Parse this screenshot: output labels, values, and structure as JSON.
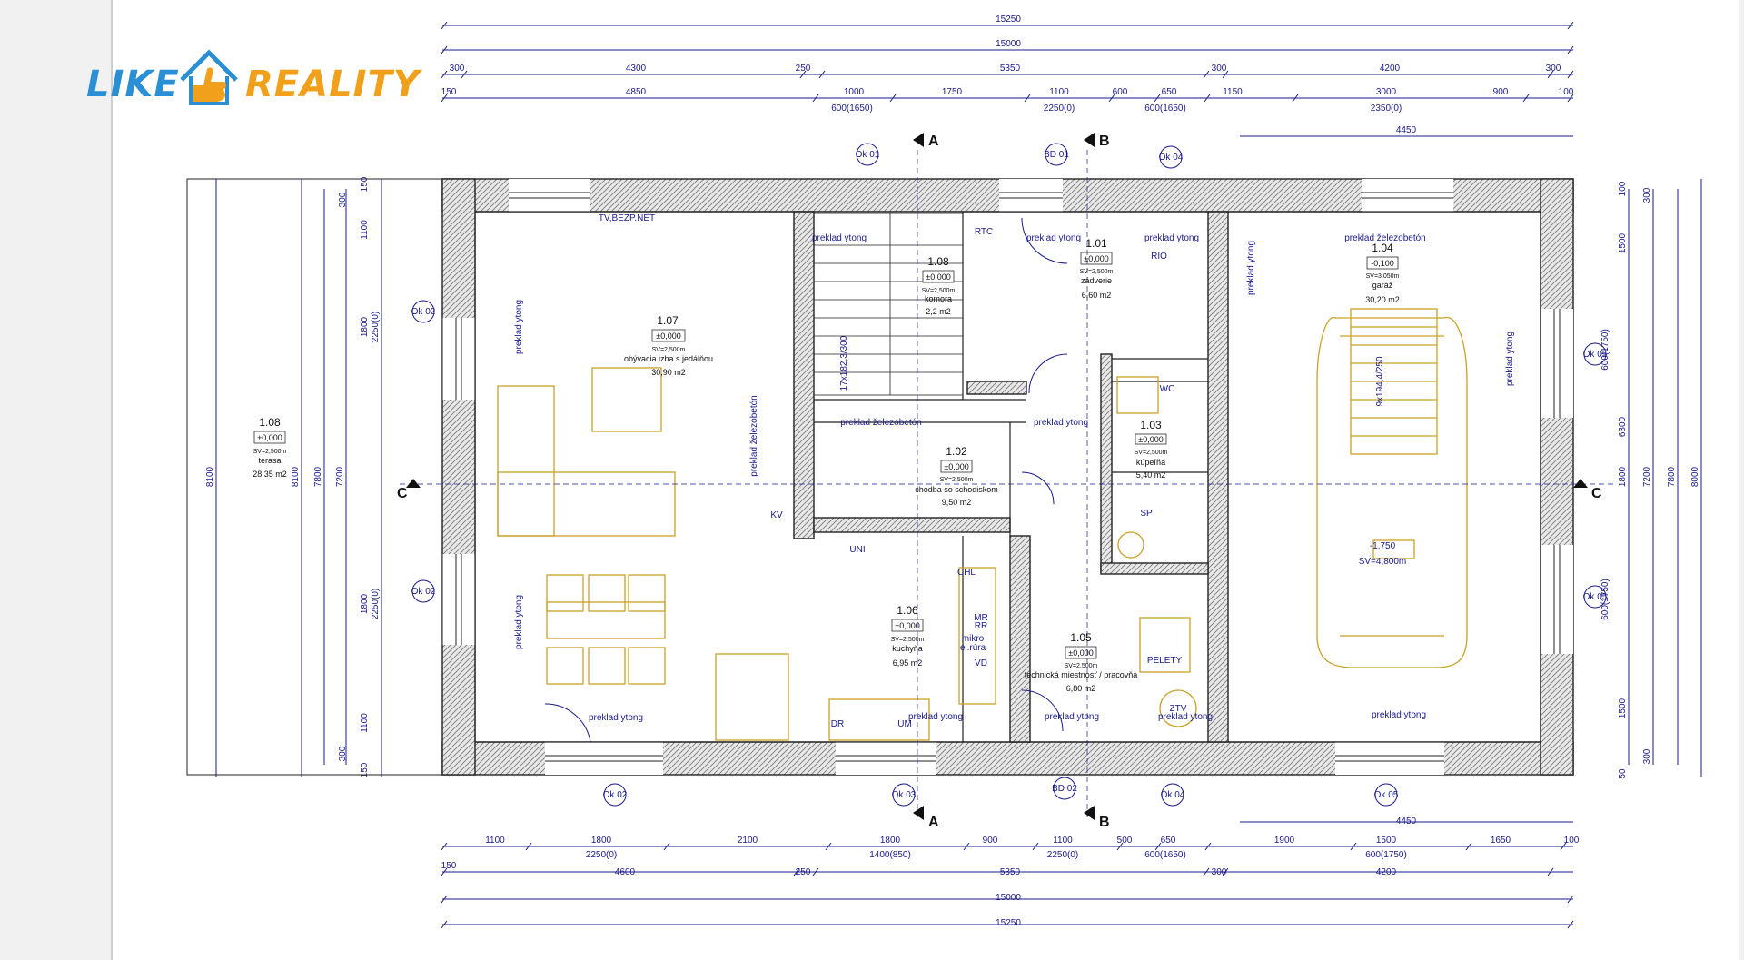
{
  "logo": {
    "part1": "LIKE",
    "part2": "REALITY"
  },
  "dims": {
    "top_overall": "15250",
    "top_inner": "15000",
    "top_row1": [
      "300",
      "4300",
      "250",
      "5350",
      "300",
      "4200",
      "300"
    ],
    "top_row2": [
      "150",
      "4850",
      "1000",
      "1750",
      "1100",
      "600",
      "650",
      "1150",
      "3000",
      "900",
      "100"
    ],
    "top_row2_sub": [
      "600(1650)",
      "2250(0)",
      "600(1650)",
      "2350(0)"
    ],
    "top_garage": "4450",
    "bottom_row1": [
      "1100",
      "1800",
      "2100",
      "1800",
      "900",
      "1100",
      "500",
      "650",
      "1900",
      "1500",
      "1650",
      "100"
    ],
    "bottom_row1_sub": [
      "2250(0)",
      "1400(850)",
      "2250(0)",
      "600(1650)",
      "600(1750)"
    ],
    "bottom_row2": [
      "150",
      "4600",
      "250",
      "5350",
      "300",
      "4200"
    ],
    "bottom_inner": "15000",
    "bottom_overall": "15250",
    "bottom_garage": "4450",
    "left_chain": [
      "8100",
      "7800",
      "7200",
      "2250(0)",
      "2250(0)",
      "1800",
      "1800",
      "1100",
      "1100",
      "300",
      "300",
      "150",
      "150"
    ],
    "right_chain": [
      "8000",
      "7800",
      "7200",
      "6300",
      "600(1750)",
      "600(1750)",
      "1500",
      "1500",
      "1800",
      "100",
      "300",
      "300",
      "50"
    ]
  },
  "rooms": [
    {
      "num": "1.07",
      "level": "±0,000",
      "sv": "SV=2,500m",
      "name": "obývacia izba s jedálňou",
      "area": "30,90 m2"
    },
    {
      "num": "1.08",
      "level": "±0,000",
      "sv": "SV=2,500m",
      "name": "komora",
      "area": "2,2 m2"
    },
    {
      "num": "1.01",
      "level": "±0,000",
      "sv": "SV=2,500m",
      "name": "zádverie",
      "area": "6,60 m2"
    },
    {
      "num": "1.04",
      "level": "-0,100",
      "sv": "SV=3,050m",
      "name": "garáž",
      "area": "30,20 m2"
    },
    {
      "num": "1.02",
      "level": "±0,000",
      "sv": "SV=2,500m",
      "name": "chodba so schodiskom",
      "area": "9,50 m2"
    },
    {
      "num": "1.03",
      "level": "±0,000",
      "sv": "SV=2,500m",
      "name": "kúpeľňa",
      "area": "5,40 m2"
    },
    {
      "num": "1.06",
      "level": "±0,000",
      "sv": "SV=2,500m",
      "name": "kuchyňa",
      "area": "6,95 m2"
    },
    {
      "num": "1.05",
      "level": "±0,000",
      "sv": "SV=2,500m",
      "name": "technická miestnosť / pracovňa",
      "area": "6,80 m2"
    },
    {
      "num": "1.08",
      "level": "±0,000",
      "sv": "SV=2,500m",
      "name": "terasa",
      "area": "28,35 m2"
    }
  ],
  "lintels": [
    "preklad ytong",
    "preklad ytong",
    "preklad ytong",
    "preklad železobetón",
    "preklad ytong",
    "preklad železobetón",
    "preklad ytong",
    "preklad železobetón",
    "preklad ytong",
    "preklad ytong",
    "preklad ytong",
    "preklad ytong",
    "preklad ytong",
    "preklad ytong",
    "preklad ytong",
    "preklad ytong"
  ],
  "windows": [
    "Ok 01",
    "Ok 02",
    "Ok 02",
    "Ok 02",
    "Ok 03",
    "Ok 04",
    "Ok 04",
    "Ok 05",
    "Ok 05",
    "Ok 05",
    "BD 01",
    "BD 02"
  ],
  "sections": [
    "A",
    "A",
    "B",
    "B",
    "C",
    "C"
  ],
  "stairs": "17x182,3/300",
  "stairs2": "9x194,4/250",
  "misc": {
    "tv": "TV,BEZP.NET",
    "garage_level": "-1,750",
    "garage_sv": "SV=4,800m",
    "kv": "KV",
    "wc": "WC",
    "sp": "SP",
    "pelety": "PELETY",
    "ztv": "ZTV",
    "chl": "CHL",
    "mr": "MR",
    "dr": "DR",
    "um": "UM",
    "uni": "UNI",
    "vd": "VD",
    "rr": "RR",
    "mikro": "mikro",
    "elruo": "el.rúra",
    "rtc": "RTC",
    "rio": "RIO"
  }
}
